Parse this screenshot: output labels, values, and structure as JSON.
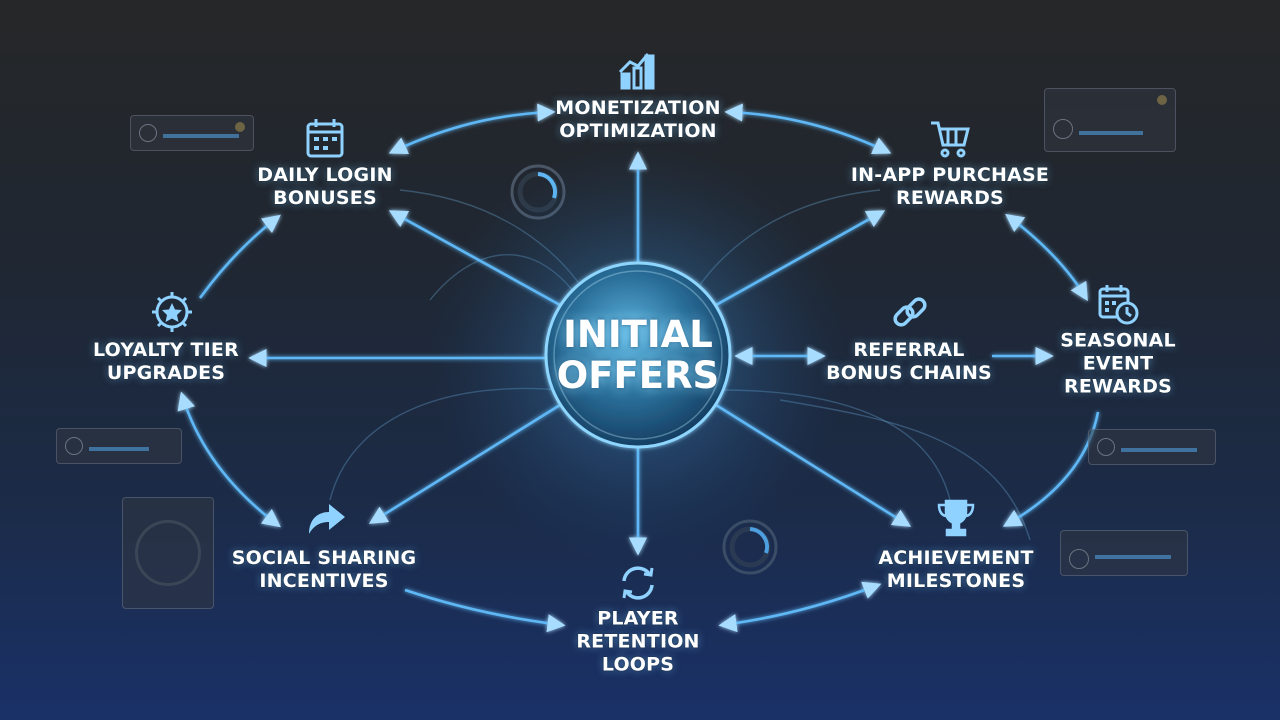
{
  "center": {
    "line1": "INITIAL",
    "line2": "OFFERS"
  },
  "nodes": [
    {
      "id": "monetization",
      "lines": [
        "MONETIZATION",
        "OPTIMIZATION"
      ],
      "icon": "bar-chart-icon"
    },
    {
      "id": "daily-login",
      "lines": [
        "DAILY LOGIN",
        "BONUSES"
      ],
      "icon": "calendar-icon"
    },
    {
      "id": "in-app-purchase",
      "lines": [
        "IN-APP PURCHASE",
        "REWARDS"
      ],
      "icon": "shopping-cart-icon"
    },
    {
      "id": "loyalty-tier",
      "lines": [
        "LOYALTY TIER",
        "UPGRADES"
      ],
      "icon": "star-badge-icon"
    },
    {
      "id": "referral",
      "lines": [
        "REFERRAL",
        "BONUS CHAINS"
      ],
      "icon": "chain-link-icon"
    },
    {
      "id": "seasonal",
      "lines": [
        "SEASONAL",
        "EVENT",
        "REWARDS"
      ],
      "icon": "calendar-clock-icon"
    },
    {
      "id": "social-sharing",
      "lines": [
        "SOCIAL SHARING",
        "INCENTIVES"
      ],
      "icon": "share-arrow-icon"
    },
    {
      "id": "achievement",
      "lines": [
        "ACHIEVEMENT",
        "MILESTONES"
      ],
      "icon": "trophy-icon"
    },
    {
      "id": "player-retention",
      "lines": [
        "PLAYER",
        "RETENTION",
        "LOOPS"
      ],
      "icon": "refresh-cycle-icon"
    }
  ],
  "colors": {
    "accent": "#5fb8f5",
    "accent_light": "#a8dcff",
    "text": "#ffffff"
  }
}
